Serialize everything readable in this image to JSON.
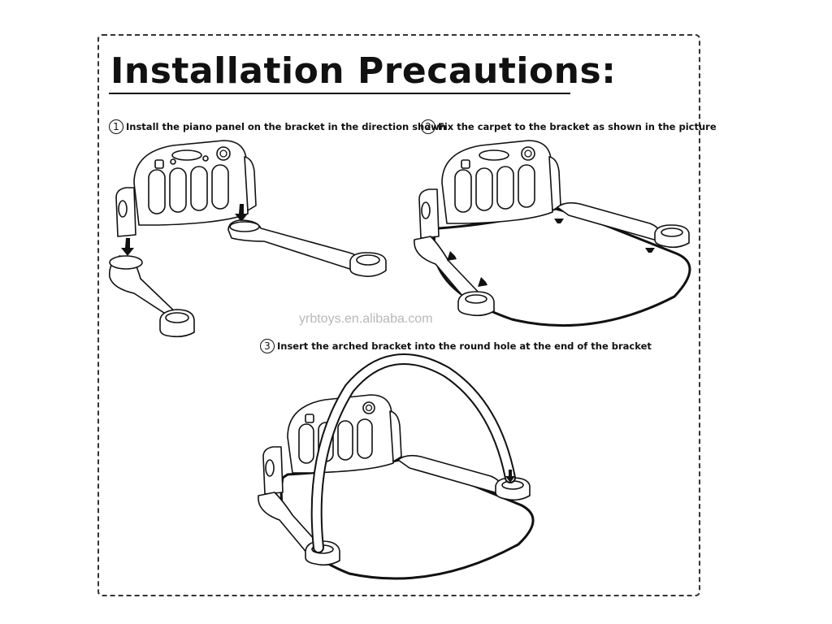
{
  "title": "Installation Precautions:",
  "steps": [
    {
      "number": "1",
      "text": "Install the piano panel on the bracket in the direction shown"
    },
    {
      "number": "2",
      "text": "Fix the carpet to the bracket as shown in the picture"
    },
    {
      "number": "3",
      "text": "Insert the arched bracket into the round hole at the end of the bracket"
    }
  ],
  "watermark": "yrbtoys.en.alibaba.com"
}
